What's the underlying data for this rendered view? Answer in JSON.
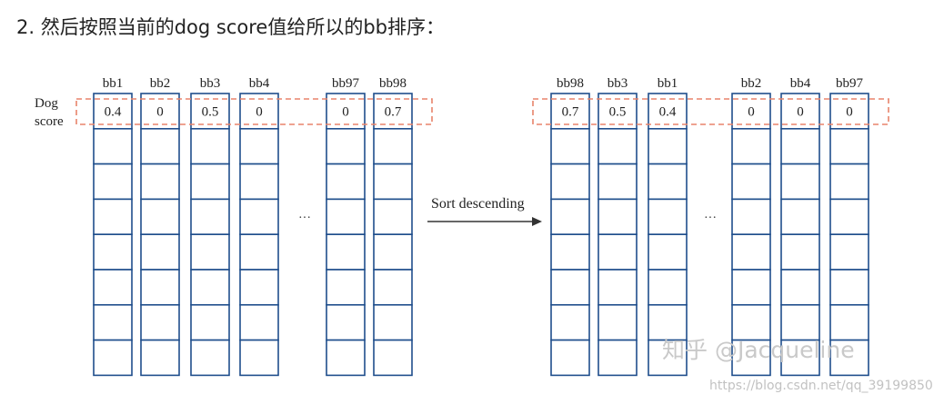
{
  "heading": "2. 然后按照当前的dog score值给所以的bb排序：",
  "row_label": [
    "Dog",
    "score"
  ],
  "arrow_label": "Sort descending",
  "ellipsis": "···",
  "colors": {
    "box": "#1f4e8c",
    "highlight": "#e8836b",
    "text": "#222222",
    "arrow": "#333333"
  },
  "diagram": {
    "before": {
      "columns": [
        {
          "label": "bb1",
          "score": "0.4"
        },
        {
          "label": "bb2",
          "score": "0"
        },
        {
          "label": "bb3",
          "score": "0.5"
        },
        {
          "label": "bb4",
          "score": "0"
        },
        {
          "label": "bb97",
          "score": "0"
        },
        {
          "label": "bb98",
          "score": "0.7"
        }
      ]
    },
    "after": {
      "columns": [
        {
          "label": "bb98",
          "score": "0.7"
        },
        {
          "label": "bb3",
          "score": "0.5"
        },
        {
          "label": "bb1",
          "score": "0.4"
        },
        {
          "label": "bb2",
          "score": "0"
        },
        {
          "label": "bb4",
          "score": "0"
        },
        {
          "label": "bb97",
          "score": "0"
        }
      ]
    }
  },
  "watermark": {
    "line1": "知乎 @Jacqueline",
    "line2": "https://blog.csdn.net/qq_39199850"
  }
}
